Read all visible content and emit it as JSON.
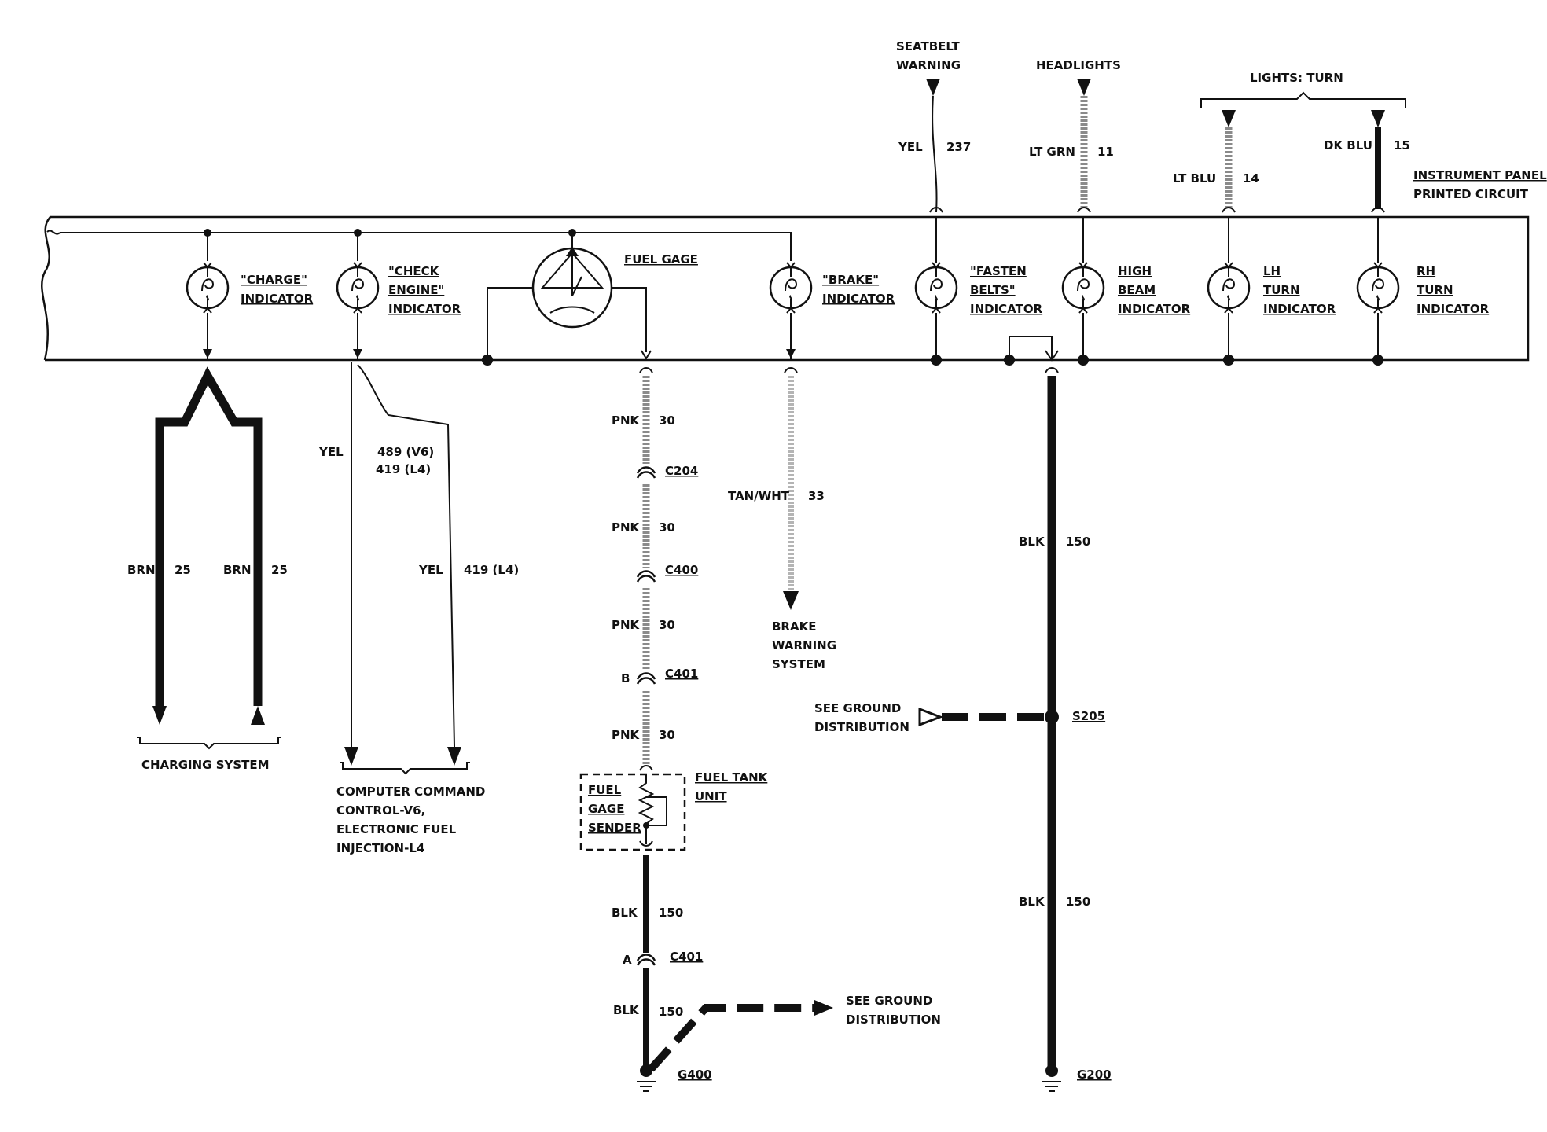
{
  "labels": {
    "seatbelt_warning": [
      "SEATBELT",
      "WARNING"
    ],
    "headlights": "HEADLIGHTS",
    "lights_turn": "LIGHTS: TURN",
    "instrument_panel": [
      "INSTRUMENT PANEL",
      "PRINTED CIRCUIT"
    ],
    "charge_indicator": [
      "\"CHARGE\"",
      "INDICATOR"
    ],
    "check_engine_indicator": [
      "\"CHECK",
      "ENGINE\"",
      "INDICATOR"
    ],
    "fuel_gage": "FUEL GAGE",
    "brake_indicator": [
      "\"BRAKE\"",
      "INDICATOR"
    ],
    "fasten_belts_indicator": [
      "\"FASTEN",
      "BELTS\"",
      "INDICATOR"
    ],
    "high_beam_indicator": [
      "HIGH",
      "BEAM",
      "INDICATOR"
    ],
    "lh_turn_indicator": [
      "LH",
      "TURN",
      "INDICATOR"
    ],
    "rh_turn_indicator": [
      "RH",
      "TURN",
      "INDICATOR"
    ],
    "charging_system": "CHARGING SYSTEM",
    "computer_command": [
      "COMPUTER COMMAND",
      "CONTROL-V6,",
      "ELECTRONIC FUEL",
      "INJECTION-L4"
    ],
    "brake_warning_system": [
      "BRAKE",
      "WARNING",
      "SYSTEM"
    ],
    "see_ground_distribution": [
      "SEE GROUND",
      "DISTRIBUTION"
    ],
    "fuel_tank_unit": [
      "FUEL TANK",
      "UNIT"
    ],
    "fuel_gage_sender": [
      "FUEL",
      "GAGE",
      "SENDER"
    ]
  },
  "wires": {
    "yel_237": {
      "color": "YEL",
      "circuit": "237"
    },
    "lt_grn_11": {
      "color": "LT GRN",
      "circuit": "11"
    },
    "lt_blu_14": {
      "color": "LT BLU",
      "circuit": "14"
    },
    "dk_blu_15": {
      "color": "DK BLU",
      "circuit": "15"
    },
    "brn_25_a": {
      "color": "BRN",
      "circuit": "25"
    },
    "brn_25_b": {
      "color": "BRN",
      "circuit": "25"
    },
    "yel_489_419": {
      "color": "YEL",
      "circuit": [
        "489 (V6)",
        "419 (L4)"
      ]
    },
    "yel_419": {
      "color": "YEL",
      "circuit": "419 (L4)"
    },
    "tan_wht_33": {
      "color": "TAN/WHT",
      "circuit": "33"
    },
    "pnk_30": {
      "color": "PNK",
      "circuit": "30"
    },
    "blk_150": {
      "color": "BLK",
      "circuit": "150"
    }
  },
  "connectors": {
    "c204": "C204",
    "c400": "C400",
    "c401": "C401",
    "pin_b": "B",
    "pin_a": "A"
  },
  "grounds": {
    "s205": "S205",
    "g400": "G400",
    "g200": "G200"
  }
}
